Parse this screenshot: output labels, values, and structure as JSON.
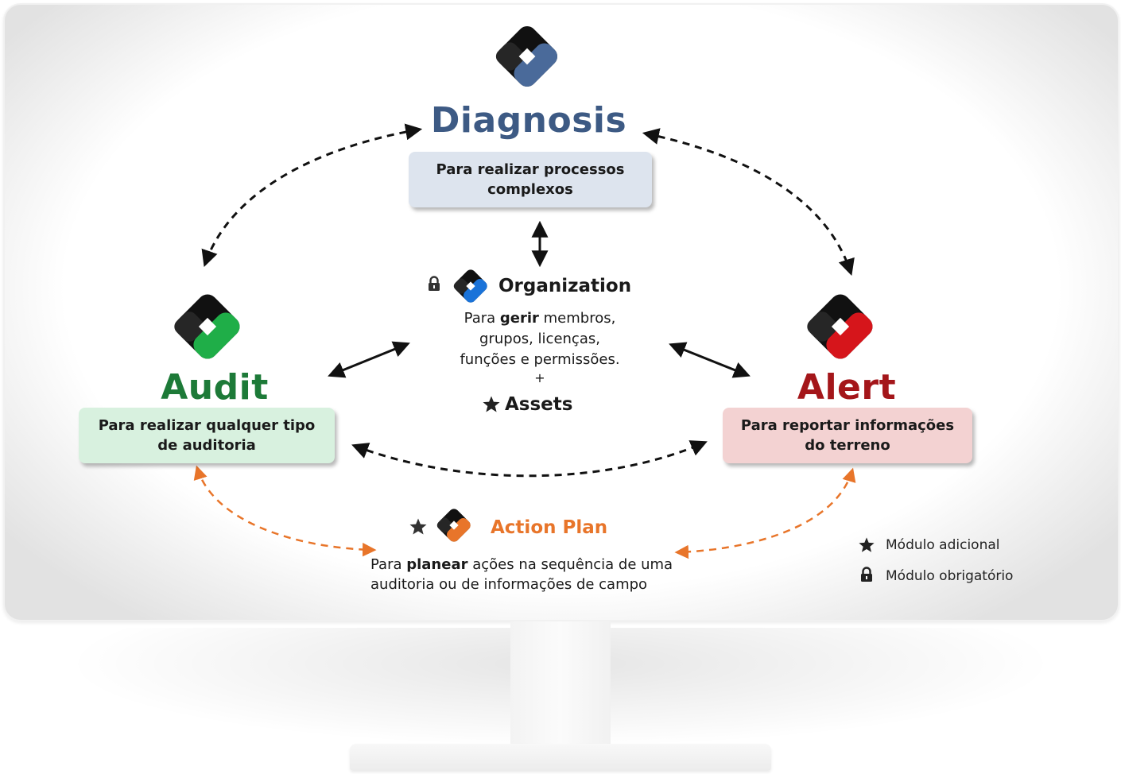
{
  "modules": {
    "diagnosis": {
      "name": "Diagnosis",
      "description": "Para realizar processos\ncomplexos",
      "color": "#3d5a84",
      "accent": "#4a6a9a",
      "box_color": "#dde4ee",
      "logo_icon": "diagnosis-logo-icon"
    },
    "audit": {
      "name": "Audit",
      "description": "Para realizar qualquer tipo\nde auditoria",
      "color": "#1d7a38",
      "accent": "#1fae48",
      "box_color": "#d8f1df",
      "logo_icon": "audit-logo-icon"
    },
    "alert": {
      "name": "Alert",
      "description": "Para reportar informações\ndo terreno",
      "color": "#a4161a",
      "accent": "#d6151b",
      "box_color": "#f3d2d2",
      "logo_icon": "alert-logo-icon"
    }
  },
  "organization": {
    "name": "Organization",
    "lock_icon": "lock-icon",
    "logo_icon": "organization-logo-icon",
    "accent": "#1a73d9",
    "desc_prefix": "Para ",
    "desc_bold": "gerir",
    "desc_suffix": " membros,",
    "desc_line2": "grupos, licenças,",
    "desc_line3": "funções e permissões.",
    "plus": "+",
    "assets_label": "Assets",
    "assets_icon": "star-icon"
  },
  "action_plan": {
    "name": "Action Plan",
    "star_icon": "star-icon",
    "logo_icon": "action-plan-logo-icon",
    "color": "#e8752a",
    "desc_prefix": "Para ",
    "desc_bold": "planear",
    "desc_suffix": " ações na sequência de uma",
    "desc_line2": "auditoria ou de informações de campo"
  },
  "legend": {
    "items": [
      {
        "icon": "star-icon",
        "label": "Módulo adicional"
      },
      {
        "icon": "lock-icon",
        "label": "Módulo obrigatório"
      }
    ]
  }
}
